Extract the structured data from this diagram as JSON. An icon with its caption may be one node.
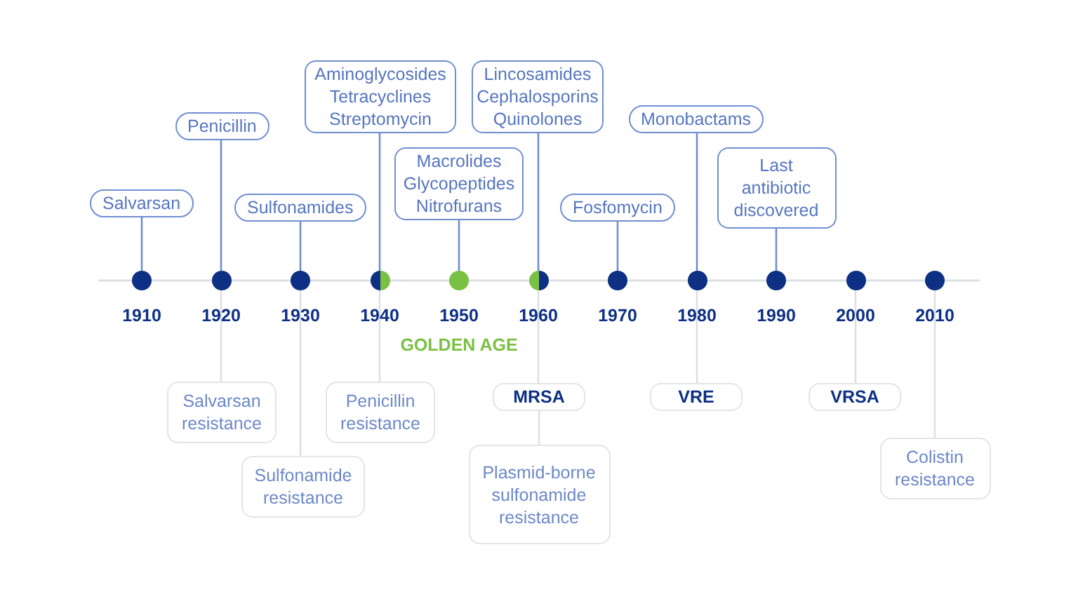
{
  "diagram": {
    "nodes": [
      {
        "text": [],
        "shape": "circle",
        "beside": [
          "1910"
        ]
      },
      {
        "text": [],
        "shape": "circle",
        "beside": [
          "1920"
        ]
      },
      {
        "text": [],
        "shape": "circle",
        "beside": [
          "1930"
        ]
      },
      {
        "text": [],
        "shape": "circle",
        "beside": [
          "1940"
        ]
      },
      {
        "text": [],
        "shape": "circle",
        "beside": [
          "1950"
        ]
      },
      {
        "text": [],
        "shape": "circle",
        "beside": [
          "1960"
        ]
      },
      {
        "text": [],
        "shape": "circle",
        "beside": [
          "1970"
        ]
      },
      {
        "text": [],
        "shape": "circle",
        "beside": [
          "1980"
        ]
      },
      {
        "text": [],
        "shape": "circle",
        "beside": [
          "1990"
        ]
      },
      {
        "text": [],
        "shape": "circle",
        "beside": [
          "2000"
        ]
      },
      {
        "text": [],
        "shape": "circle",
        "beside": [
          "2010"
        ]
      },
      {
        "text": [
          "Salvarsan"
        ]
      },
      {
        "text": [
          "Penicillin"
        ]
      },
      {
        "text": [
          "Sulfonamides"
        ]
      },
      {
        "text": [
          "Aminoglycosides",
          "Tetracyclines",
          "Streptomycin"
        ]
      },
      {
        "text": [
          "Macrolides",
          "Glycopeptides",
          "Nitrofurans"
        ]
      },
      {
        "text": [
          "Lincosamides",
          "Cephalosporins",
          "Quinolones"
        ]
      },
      {
        "text": [
          "Fosfomycin"
        ]
      },
      {
        "text": [
          "Monobactams"
        ]
      },
      {
        "text": [
          "Last antibiotic discovered"
        ]
      },
      {
        "text": [
          "Salvarsan resistance"
        ]
      },
      {
        "text": [
          "Sulfonamide resistance"
        ]
      },
      {
        "text": [
          "Penicillin resistance"
        ]
      },
      {
        "text": [
          "MRSA"
        ]
      },
      {
        "text": [
          "Plasmid-borne sulfonamide resistance"
        ]
      },
      {
        "text": [
          "VRE"
        ]
      },
      {
        "text": [
          "VRSA"
        ]
      },
      {
        "text": [
          "Colistin resistance"
        ]
      }
    ],
    "edges": [
      {
        "from": 11,
        "to": 0,
        "arrow": "none"
      },
      {
        "from": 12,
        "to": 1,
        "arrow": "none"
      },
      {
        "from": 13,
        "to": 2,
        "arrow": "none"
      },
      {
        "from": 14,
        "to": 3,
        "arrow": "none"
      },
      {
        "from": 15,
        "to": 4,
        "arrow": "none"
      },
      {
        "from": 16,
        "to": 5,
        "arrow": "none"
      },
      {
        "from": 17,
        "to": 6,
        "arrow": "none"
      },
      {
        "from": 18,
        "to": 7,
        "arrow": "none"
      },
      {
        "from": 19,
        "to": 8,
        "arrow": "none"
      },
      {
        "from": 1,
        "to": 20,
        "arrow": "none",
        "color": "#dcdfe4"
      },
      {
        "from": 2,
        "to": 21,
        "arrow": "none",
        "color": "#dcdfe4"
      },
      {
        "from": 3,
        "to": 22,
        "arrow": "none",
        "color": "#dcdfe4"
      },
      {
        "from": 5,
        "to": 23,
        "arrow": "none",
        "color": "#dcdfe4"
      },
      {
        "from": 23,
        "to": 24,
        "arrow": "none",
        "color": "#dcdfe4"
      },
      {
        "from": 7,
        "to": 25,
        "arrow": "none",
        "color": "#dcdfe4"
      },
      {
        "from": 9,
        "to": 26,
        "arrow": "none",
        "color": "#dcdfe4"
      },
      {
        "from": 10,
        "to": 27,
        "arrow": "none",
        "color": "#dcdfe4"
      }
    ],
    "labels": [
      "GOLDEN AGE"
    ]
  }
}
